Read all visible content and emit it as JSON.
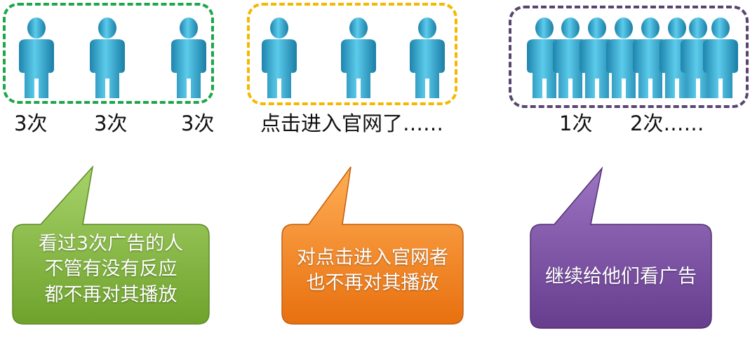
{
  "groups": {
    "green": {
      "labels": [
        "3次",
        "3次",
        "3次"
      ],
      "color": "#1ea64a"
    },
    "yellow": {
      "label": "点击进入官网了……",
      "color": "#f5b800"
    },
    "purple": {
      "labels": [
        "1次",
        "2次……"
      ],
      "color": "#5a4570"
    }
  },
  "bubbles": {
    "green": {
      "lines": [
        "看过3次广告的人",
        "不管有没有反应",
        "都不再对其播放"
      ],
      "color": "#7fb83a"
    },
    "orange": {
      "lines": [
        "对点击进入官网者",
        "也不再对其播放"
      ],
      "color": "#f5821f"
    },
    "purple": {
      "lines": [
        "继续给他们看广告"
      ],
      "color": "#7e54a6"
    }
  },
  "icons": {
    "person": "person-icon"
  }
}
